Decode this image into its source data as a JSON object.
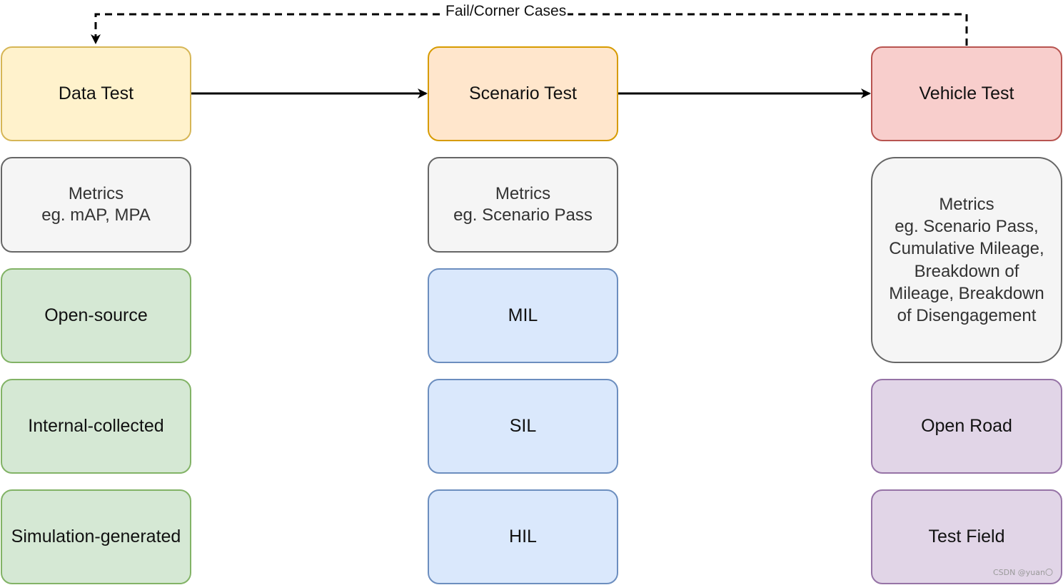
{
  "colors": {
    "data_fill": "#fff2cc",
    "data_stroke": "#d6b656",
    "scenario_fill": "#ffe6cc",
    "scenario_stroke": "#d79b00",
    "vehicle_fill": "#f8cecc",
    "vehicle_stroke": "#b85450",
    "metrics_fill": "#f5f5f5",
    "metrics_stroke": "#666666",
    "green_fill": "#d5e8d4",
    "green_stroke": "#82b366",
    "blue_fill": "#dae8fc",
    "blue_stroke": "#6c8ebf",
    "purple_fill": "#e1d5e7",
    "purple_stroke": "#9673a6"
  },
  "feedback": {
    "label": "Fail/Corner Cases"
  },
  "columns": {
    "data": {
      "header": "Data Test",
      "metrics": "Metrics\neg. mAP, MPA",
      "items": [
        "Open-source",
        "Internal-collected",
        "Simulation-generated"
      ]
    },
    "scenario": {
      "header": "Scenario Test",
      "metrics": "Metrics\neg. Scenario Pass",
      "items": [
        "MIL",
        "SIL",
        "HIL"
      ]
    },
    "vehicle": {
      "header": "Vehicle Test",
      "metrics": "Metrics\neg. Scenario Pass,\nCumulative Mileage,\nBreakdown of\nMileage, Breakdown\nof Disengagement",
      "items": [
        "Open Road",
        "Test Field"
      ]
    }
  },
  "watermark": "CSDN @yuan〇"
}
